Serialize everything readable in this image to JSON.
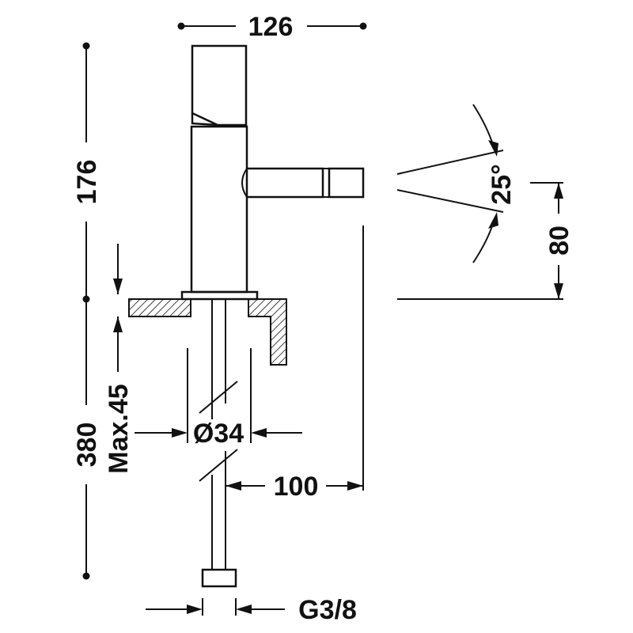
{
  "dimensions": {
    "width_top": "126",
    "height_upper": "176",
    "height_total": "380",
    "max_counter": "Max.45",
    "diameter": "Ø34",
    "reach": "100",
    "spout_height": "80",
    "spray_angle": "25°",
    "thread": "G3/8"
  },
  "colors": {
    "line": "#111111",
    "background": "#ffffff"
  }
}
